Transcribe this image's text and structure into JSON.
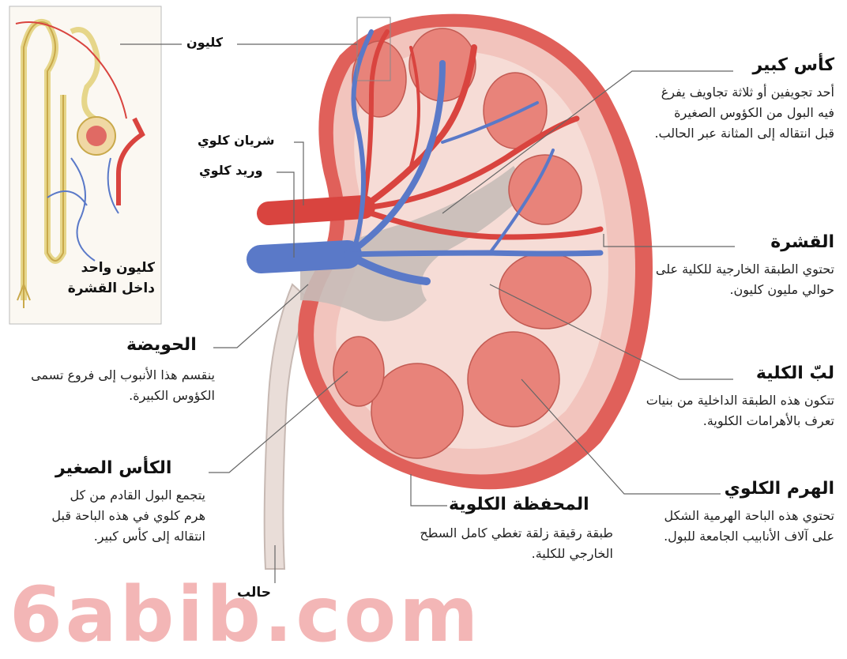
{
  "labels": {
    "nephron": "كليون",
    "renal_artery": "شريان كلوي",
    "renal_vein": "وريد كلوي",
    "inset_caption": "كليون واحد داخل القشرة",
    "ureter": "حالب"
  },
  "callouts": {
    "major_calyx": {
      "title": "كأس كبير",
      "body": "أحد تجويفين أو ثلاثة تجاويف يفرغ فيه البول من الكؤوس الصغيرة قبل انتقاله إلى المثانة عبر الحالب."
    },
    "cortex": {
      "title": "القشرة",
      "body": "تحتوي الطبقة الخارجية للكلية على حوالي مليون كليون."
    },
    "medulla": {
      "title": "لبّ الكلية",
      "body": "تتكون هذه الطبقة الداخلية من بنيات تعرف بالأهرامات الكلوية."
    },
    "pyramid": {
      "title": "الهرم الكلوي",
      "body": "تحتوي هذه الباحة الهرمية الشكل على آلاف الأنابيب الجامعة للبول."
    },
    "capsule": {
      "title": "المحفظة الكلوية",
      "body": "طبقة رقيقة زلقة تغطي كامل السطح الخارجي للكلية."
    },
    "pelvis": {
      "title": "الحويضة",
      "body": "ينقسم هذا الأنبوب إلى فروع تسمى الكؤوس الكبيرة."
    },
    "minor_calyx": {
      "title": "الكأس الصغير",
      "body": "يتجمع البول القادم من كل هرم كلوي في هذه الباحة قبل انتقاله إلى كأس كبير."
    }
  },
  "watermark": "6abib.com",
  "colors": {
    "capsule": "#e0605a",
    "cortex": "#f2c4bd",
    "pyramid": "#e8837a",
    "artery": "#d9443f",
    "vein": "#5a79c8",
    "pelvis": "#c8bdb8",
    "leader": "#666666"
  }
}
